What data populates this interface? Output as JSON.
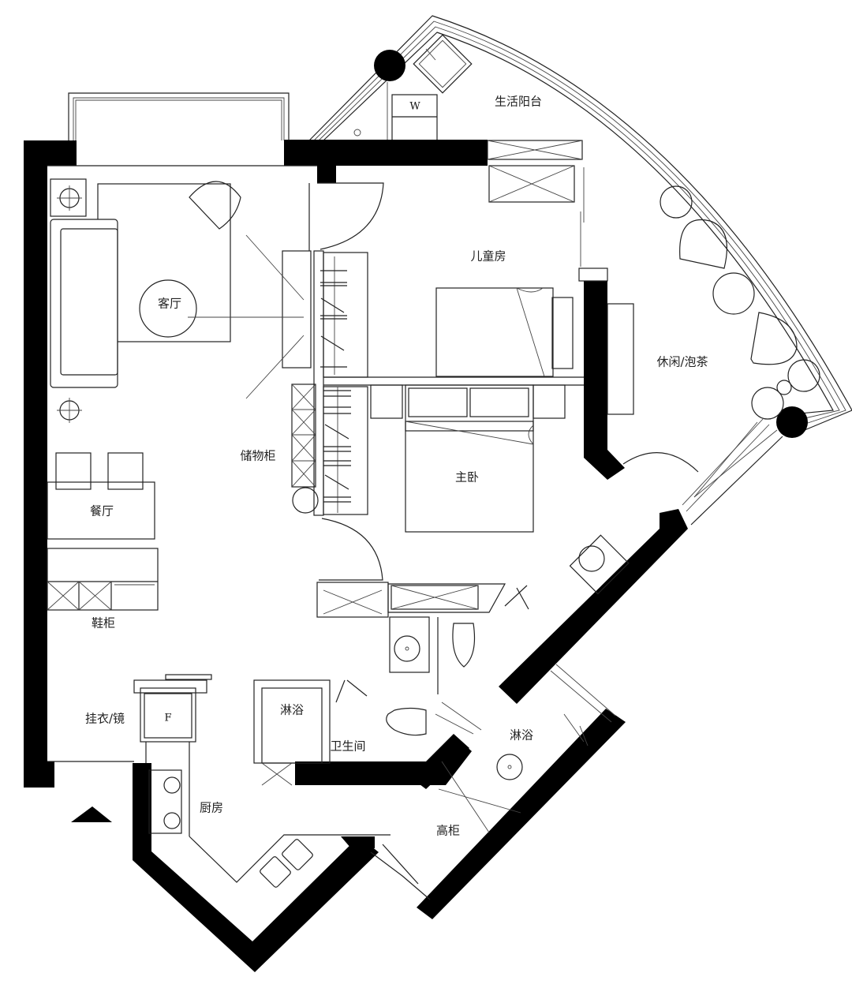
{
  "plan": {
    "rooms": {
      "living_balcony": "生活阳台",
      "children_room": "儿童房",
      "living_room": "客厅",
      "leisure_tea": "休闲/泡茶",
      "storage_cabinet": "储物柜",
      "master_bedroom": "主卧",
      "dining_room": "餐厅",
      "shoe_cabinet": "鞋柜",
      "coat_mirror": "挂衣/镜",
      "shower_main": "淋浴",
      "bathroom": "卫生间",
      "kitchen": "厨房",
      "shower_master": "淋浴",
      "tall_cabinet": "高柜"
    },
    "symbols": {
      "washer": "W",
      "fridge": "F"
    },
    "entrance_marker": "entrance-arrow",
    "colors": {
      "wall": "#000000",
      "line": "#222222",
      "background": "#ffffff"
    }
  }
}
